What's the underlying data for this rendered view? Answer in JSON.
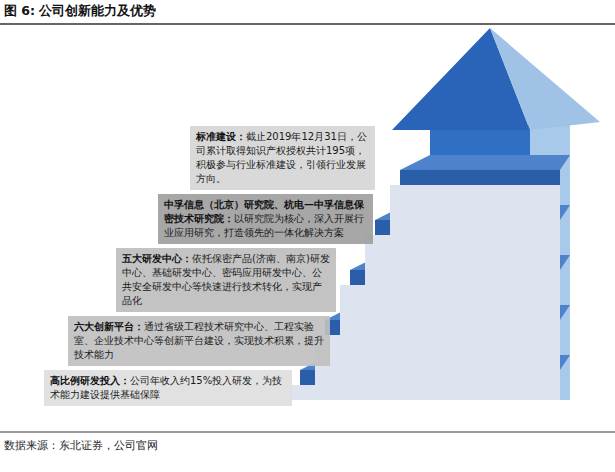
{
  "diagram": {
    "title": "图 6: 公司创新能力及优势",
    "caption": "数据来源：东北证券，公司官网",
    "nodes": [
      {
        "text": [
          "标准建设：",
          "截止2019年12月31日，公司累计取得知识产权授权共计195项，积极参与行业标准建设，引领行业发展方向。"
        ]
      },
      {
        "text": [
          "中孚信息（北京）研究院、杭电—中孚信息保密技术研究院：",
          "以研究院为核心，深入开展行业应用研究，打造领先的一体化解决方案"
        ]
      },
      {
        "text": [
          "五大研发中心：",
          "依托保密产品(济南、南京)研发中心、基础研发中心、密码应用研发中心、公共安全研发中心等快速进行技术转化，实现产品化"
        ]
      },
      {
        "text": [
          "六大创新平台：",
          "通过省级工程技术研究中心、工程实验室、企业技术中心等创新平台建设，实现技术积累，提升技术能力"
        ]
      },
      {
        "text": [
          "高比例研发投入：",
          "公司年收入约15%投入研发，为技术能力建设提供基础保障"
        ]
      }
    ]
  }
}
